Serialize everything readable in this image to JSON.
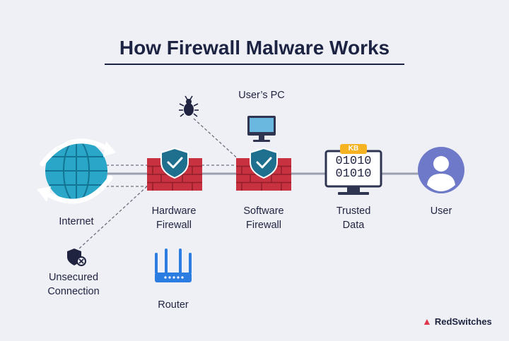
{
  "title": "How Firewall Malware Works",
  "nodes": {
    "internet": "Internet",
    "hardware_firewall": [
      "Hardware",
      "Firewall"
    ],
    "software_firewall": [
      "Software",
      "Firewall"
    ],
    "trusted_data": [
      "Trusted",
      "Data"
    ],
    "user": "User",
    "users_pc": "User’s PC",
    "unsecured_connection": [
      "Unsecured",
      "Connection"
    ],
    "router": "Router"
  },
  "data_screen": {
    "badge": "KB",
    "line1": "01010",
    "line2": "01010"
  },
  "brand": "RedSwitches",
  "colors": {
    "background": "#eff0f5",
    "title": "#1d2342",
    "brick": "#c8313f",
    "shield": "#1f6f8f",
    "globe": "#2aa6c8",
    "router": "#2b7de1",
    "user_avatar": "#6f79c9",
    "badge": "#f6b321"
  }
}
